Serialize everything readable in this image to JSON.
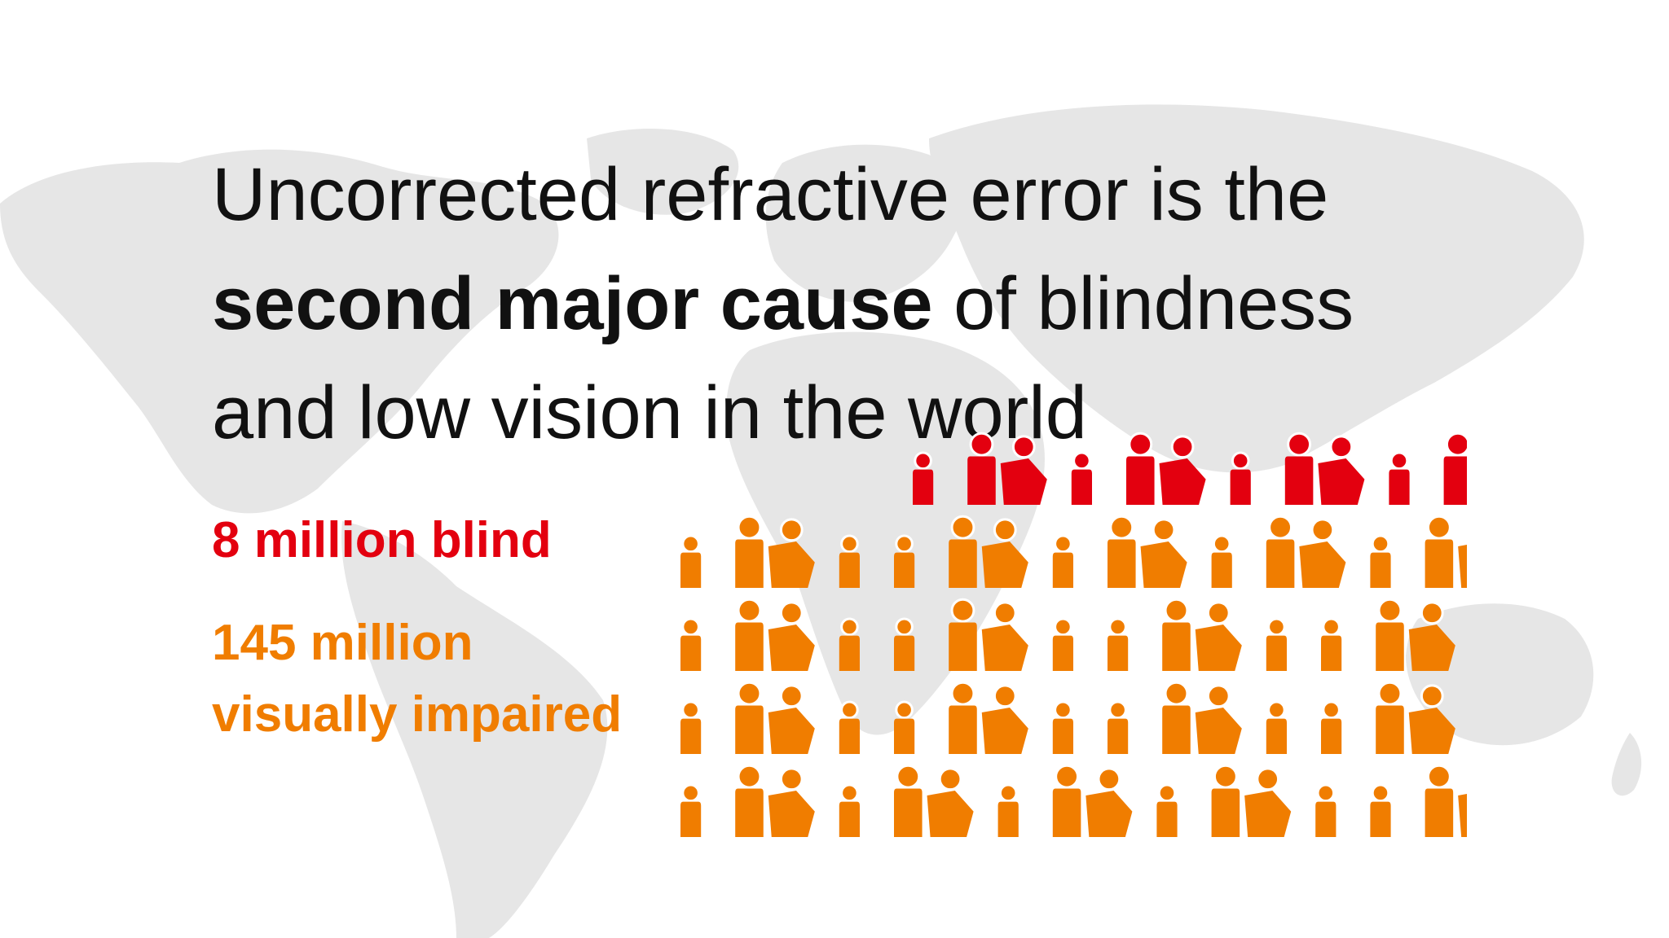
{
  "headline": {
    "line1": "Uncorrected refractive error is the",
    "line2_bold": "second major cause",
    "line2_rest": " of blindness",
    "line3": "and low vision in the world"
  },
  "stats": {
    "blind": "8 million blind",
    "impaired_line1": "145 million",
    "impaired_line2": "visually impaired"
  },
  "colors": {
    "blind": "#e3000f",
    "impaired": "#f07d00",
    "map": "#e6e6e6",
    "text": "#111111"
  },
  "icons": {
    "person": "person-icon",
    "map": "world-map"
  },
  "people": {
    "rows": [
      [
        "s",
        "ws",
        "s",
        "ws",
        "s",
        "ws",
        "s",
        "ws",
        "s",
        "w",
        "s"
      ],
      [
        "s",
        "ws",
        "s",
        "s",
        "ws",
        "s",
        "ws",
        "s",
        "ws",
        "s",
        "ws",
        "s",
        "s"
      ],
      [
        "s",
        "ws",
        "s",
        "s",
        "ws",
        "s",
        "s",
        "ws",
        "s",
        "s",
        "ws",
        "s",
        "s"
      ],
      [
        "s",
        "ws",
        "s",
        "s",
        "ws",
        "s",
        "s",
        "ws",
        "s",
        "s",
        "ws",
        "s",
        "s"
      ],
      [
        "s",
        "ws",
        "s",
        "ws",
        "s",
        "ws",
        "s",
        "ws",
        "s",
        "s",
        "ws",
        "s",
        "s"
      ]
    ],
    "blind_count_top_row": 8
  }
}
